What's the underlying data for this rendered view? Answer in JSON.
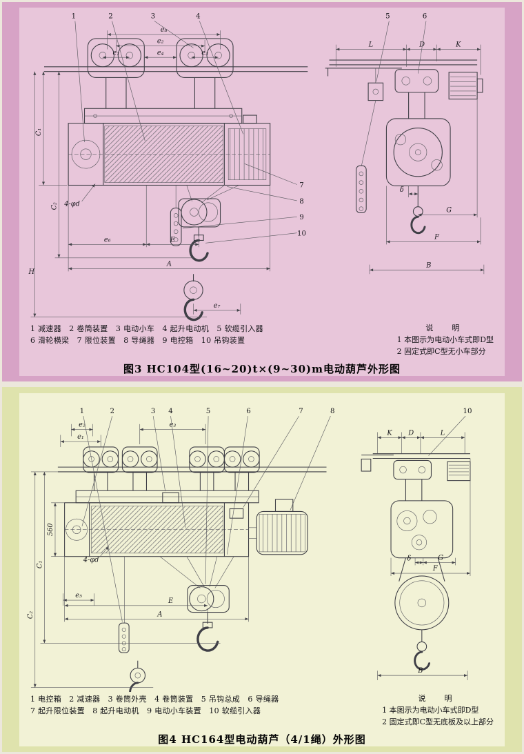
{
  "fig3": {
    "caption": "图3  HC104型(16~20)t×(9~30)m电动葫芦外形图",
    "legend1": "1 减速器　2 卷筒装置　3 电动小车　4 起升电动机　5 软缆引入器",
    "legend2": "6 滑轮横梁　7 限位装置　8 导绳器　9 电控箱　10 吊钩装置",
    "notes_title": "说　明",
    "note1": "1 本图示为电动小车式即D型",
    "note2": "2 固定式即C型无小车部分",
    "callouts": {
      "n1": "1",
      "n2": "2",
      "n3": "3",
      "n4": "4",
      "n5": "5",
      "n6": "6",
      "n7": "7",
      "n8": "8",
      "n9": "9",
      "n10": "10"
    },
    "dims": {
      "e8": "e₈",
      "e2": "e₂",
      "e1": "e₁",
      "e4": "e₄",
      "e3": "e₃",
      "e6": "e₆",
      "e7": "e₇",
      "C1": "C₁",
      "C2": "C₂",
      "H": "H",
      "phid": "4-φd",
      "E": "E",
      "A": "A",
      "L": "L",
      "D": "D",
      "K": "K",
      "delta": "δ",
      "G": "G",
      "F": "F",
      "B": "B"
    }
  },
  "fig4": {
    "caption": "图4  HC164型电动葫芦（4/1绳）外形图",
    "legend1": "1 电控箱　2 减速器　3 卷筒外壳　4 卷筒装置　5 吊钩总成　6 导绳器",
    "legend2": "7 起升限位装置　8 起升电动机　9 电动小车装置　10 软缆引入器",
    "notes_title": "说　明",
    "note1": "1 本图示为电动小车式即D型",
    "note2": "2 固定式即C型无底板及以上部分",
    "callouts": {
      "n1": "1",
      "n2": "2",
      "n3": "3",
      "n4": "4",
      "n5": "5",
      "n6": "6",
      "n7": "7",
      "n8": "8",
      "n10": "10"
    },
    "dims": {
      "e2": "e₂",
      "e1": "e₁",
      "e3": "e₃",
      "e5": "e₅",
      "h560": "560",
      "phid": "4-φd",
      "C1": "C₁",
      "C2": "C₂",
      "E": "E",
      "A": "A",
      "B": "B",
      "K": "K",
      "D": "D",
      "L": "L",
      "delta": "δ",
      "G": "G",
      "F": "F"
    }
  }
}
